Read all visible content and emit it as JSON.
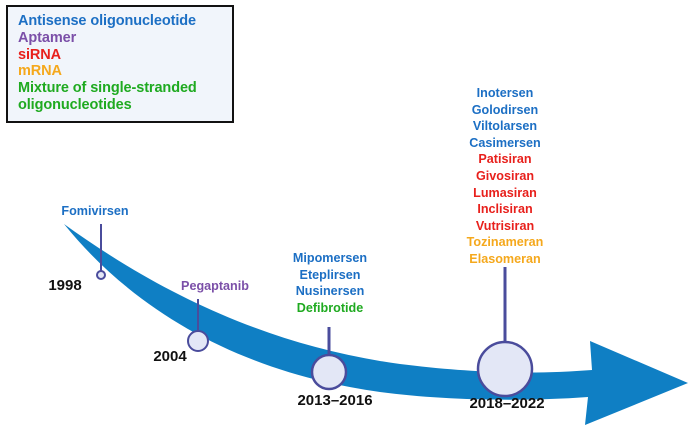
{
  "legend": {
    "title": "modality-legend",
    "items": [
      {
        "label": "Antisense oligonucleotide",
        "color": "#1c6fc4"
      },
      {
        "label": "Aptamer",
        "color": "#7b4fa8"
      },
      {
        "label": "siRNA",
        "color": "#e8201c"
      },
      {
        "label": "mRNA",
        "color": "#f5a81c"
      },
      {
        "label": "Mixture of single-stranded",
        "color": "#1faa20"
      },
      {
        "label": "oligonucleotides",
        "color": "#1faa20"
      }
    ]
  },
  "colors": {
    "arrow_blue": "#0f7fc4",
    "antisense": "#1c6fc4",
    "aptamer": "#7b4fa8",
    "sirna": "#e8201c",
    "mrna": "#f5a81c",
    "mixture": "#1faa20",
    "connector": "#4a4c9c",
    "node_fill": "#e3e7f6",
    "year_text": "#111111",
    "legend_bg": "#f1f5fb",
    "legend_border": "#121212"
  },
  "timeline": {
    "milestones": [
      {
        "year": "1998",
        "node_radius": 4,
        "drugs": [
          {
            "name": "Fomivirsen",
            "color": "#1c6fc4"
          }
        ]
      },
      {
        "year": "2004",
        "node_radius": 10,
        "drugs": [
          {
            "name": "Pegaptanib",
            "color": "#7b4fa8"
          }
        ]
      },
      {
        "year": "2013–2016",
        "node_radius": 17,
        "drugs": [
          {
            "name": "Mipomersen",
            "color": "#1c6fc4"
          },
          {
            "name": "Eteplirsen",
            "color": "#1c6fc4"
          },
          {
            "name": "Nusinersen",
            "color": "#1c6fc4"
          },
          {
            "name": "Defibrotide",
            "color": "#1faa20"
          }
        ]
      },
      {
        "year": "2018–2022",
        "node_radius": 27,
        "drugs": [
          {
            "name": "Inotersen",
            "color": "#1c6fc4"
          },
          {
            "name": "Golodirsen",
            "color": "#1c6fc4"
          },
          {
            "name": "Viltolarsen",
            "color": "#1c6fc4"
          },
          {
            "name": "Casimersen",
            "color": "#1c6fc4"
          },
          {
            "name": "Patisiran",
            "color": "#e8201c"
          },
          {
            "name": "Givosiran",
            "color": "#e8201c"
          },
          {
            "name": "Lumasiran",
            "color": "#e8201c"
          },
          {
            "name": "Inclisiran",
            "color": "#e8201c"
          },
          {
            "name": "Vutrisiran",
            "color": "#e8201c"
          },
          {
            "name": "Tozinameran",
            "color": "#f5a81c"
          },
          {
            "name": "Elasomeran",
            "color": "#f5a81c"
          }
        ]
      }
    ]
  }
}
